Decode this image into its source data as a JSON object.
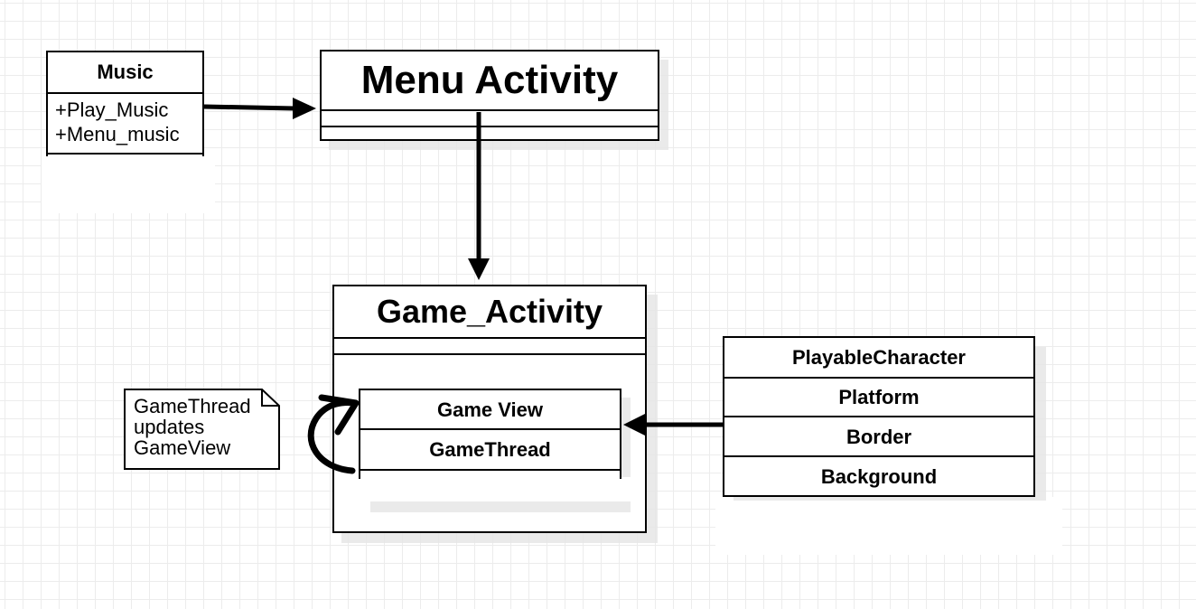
{
  "music": {
    "title": "Music",
    "attributes": [
      "+Play_Music",
      "+Menu_music"
    ]
  },
  "menu_activity": {
    "title": "Menu Activity"
  },
  "game_activity": {
    "title": "Game_Activity"
  },
  "game_view_box": {
    "title": "Game View",
    "member": "GameThread"
  },
  "note": {
    "lines": [
      "GameThread",
      "updates",
      "GameView"
    ]
  },
  "components": {
    "items": [
      "PlayableCharacter",
      "Platform",
      "Border",
      "Background"
    ]
  }
}
